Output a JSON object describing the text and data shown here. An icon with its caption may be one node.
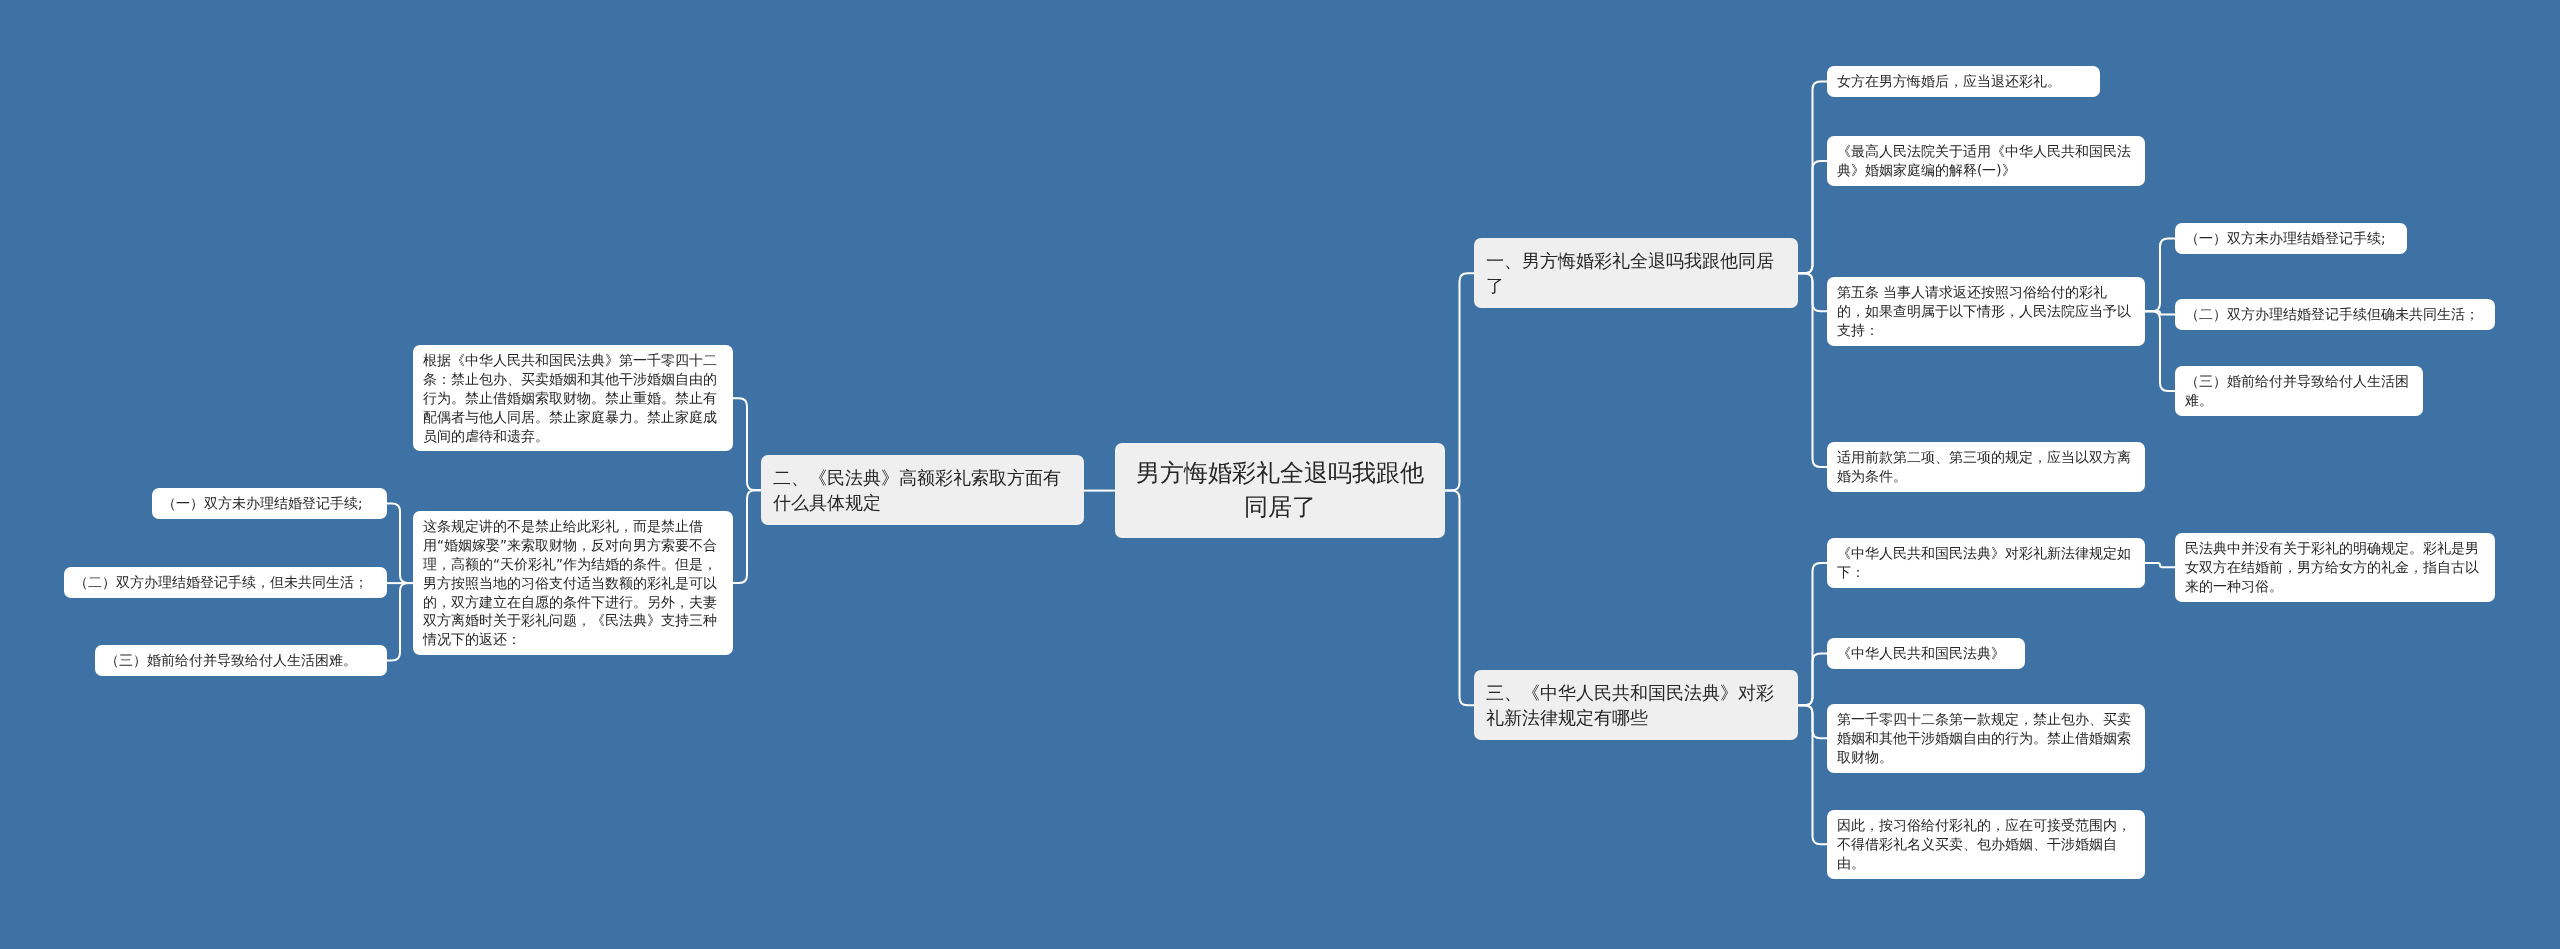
{
  "diagram": {
    "nodes": [
      {
        "text": [
          "男方悔婚彩礼全退吗我跟他同居了"
        ]
      },
      {
        "text": [
          "一、男方悔婚彩礼全退吗我跟他同居了"
        ]
      },
      {
        "text": [
          "女方在男方悔婚后，应当退还彩礼。"
        ]
      },
      {
        "text": [
          "《最高人民法院关于适用《中华人民共和国民法典》婚姻家庭编的解释(一)》"
        ]
      },
      {
        "text": [
          "第五条 当事人请求返还按照习俗给付的彩礼的，如果查明属于以下情形，人民法院应当予以支持："
        ]
      },
      {
        "text": [
          "（一）双方未办理结婚登记手续;"
        ]
      },
      {
        "text": [
          "（二）双方办理结婚登记手续但确未共同生活；"
        ]
      },
      {
        "text": [
          "（三）婚前给付并导致给付人生活困难。"
        ]
      },
      {
        "text": [
          "适用前款第二项、第三项的规定，应当以双方离婚为条件。"
        ]
      },
      {
        "text": [
          "二、《民法典》高额彩礼索取方面有什么具体规定"
        ]
      },
      {
        "text": [
          "根据《中华人民共和国民法典》第一千零四十二条：禁止包办、买卖婚姻和其他干涉婚姻自由的行为。禁止借婚姻索取财物。禁止重婚。禁止有配偶者与他人同居。禁止家庭暴力。禁止家庭成员间的虐待和遗弃。"
        ]
      },
      {
        "text": [
          "这条规定讲的不是禁止给此彩礼，而是禁止借用“婚姻嫁娶”来索取财物，反对向男方索要不合理，高额的“天价彩礼”作为结婚的条件。但是，男方按照当地的习俗支付适当数额的彩礼是可以的，双方建立在自愿的条件下进行。另外，夫妻双方离婚时关于彩礼问题，《民法典》支持三种情况下的返还："
        ]
      },
      {
        "text": [
          "（一）双方未办理结婚登记手续;"
        ]
      },
      {
        "text": [
          "（二）双方办理结婚登记手续，但未共同生活；"
        ]
      },
      {
        "text": [
          "（三）婚前给付并导致给付人生活困难。"
        ]
      },
      {
        "text": [
          "三、《中华人民共和国民法典》对彩礼新法律规定有哪些"
        ]
      },
      {
        "text": [
          "《中华人民共和国民法典》对彩礼新法律规定如下："
        ]
      },
      {
        "text": [
          "民法典中并没有关于彩礼的明确规定。彩礼是男女双方在结婚前，男方给女方的礼金，指自古以来的一种习俗。"
        ]
      },
      {
        "text": [
          "《中华人民共和国民法典》"
        ]
      },
      {
        "text": [
          "第一千零四十二条第一款规定，禁止包办、买卖婚姻和其他干涉婚姻自由的行为。禁止借婚姻索取财物。"
        ]
      },
      {
        "text": [
          "因此，按习俗给付彩礼的，应在可接受范围内，不得借彩礼名义买卖、包办婚姻、干涉婚姻自由。"
        ]
      }
    ],
    "edges": [
      {
        "from": 0,
        "to": 1,
        "arrow": "none"
      },
      {
        "from": 1,
        "to": 2,
        "arrow": "none"
      },
      {
        "from": 1,
        "to": 3,
        "arrow": "none"
      },
      {
        "from": 1,
        "to": 4,
        "arrow": "none"
      },
      {
        "from": 4,
        "to": 5,
        "arrow": "none"
      },
      {
        "from": 4,
        "to": 6,
        "arrow": "none"
      },
      {
        "from": 4,
        "to": 7,
        "arrow": "none"
      },
      {
        "from": 1,
        "to": 8,
        "arrow": "none"
      },
      {
        "from": 0,
        "to": 9,
        "arrow": "none"
      },
      {
        "from": 9,
        "to": 10,
        "arrow": "none"
      },
      {
        "from": 9,
        "to": 11,
        "arrow": "none"
      },
      {
        "from": 11,
        "to": 12,
        "arrow": "none"
      },
      {
        "from": 11,
        "to": 13,
        "arrow": "none"
      },
      {
        "from": 11,
        "to": 14,
        "arrow": "none"
      },
      {
        "from": 0,
        "to": 15,
        "arrow": "none"
      },
      {
        "from": 15,
        "to": 16,
        "arrow": "none"
      },
      {
        "from": 16,
        "to": 17,
        "arrow": "none"
      },
      {
        "from": 15,
        "to": 18,
        "arrow": "none"
      },
      {
        "from": 15,
        "to": 19,
        "arrow": "none"
      },
      {
        "from": 15,
        "to": 20,
        "arrow": "none"
      }
    ]
  }
}
